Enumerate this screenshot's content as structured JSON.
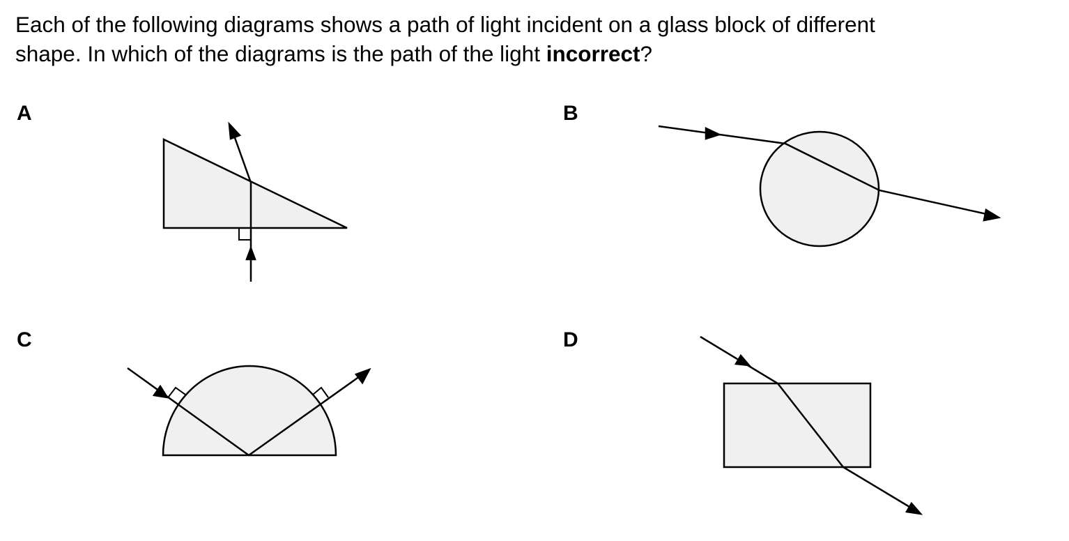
{
  "question": {
    "line1": "Each of the following diagrams shows a path of light incident on a glass block of different",
    "line2_start": "shape. In which of the diagrams is the path of the light ",
    "line2_bold": "incorrect",
    "line2_end": "?"
  },
  "options": [
    {
      "label": "A",
      "shape": "right triangle"
    },
    {
      "label": "B",
      "shape": "circle"
    },
    {
      "label": "C",
      "shape": "semicircle"
    },
    {
      "label": "D",
      "shape": "rectangle"
    }
  ],
  "colors": {
    "glass_fill": "#f0f0f0",
    "stroke": "#000000"
  }
}
